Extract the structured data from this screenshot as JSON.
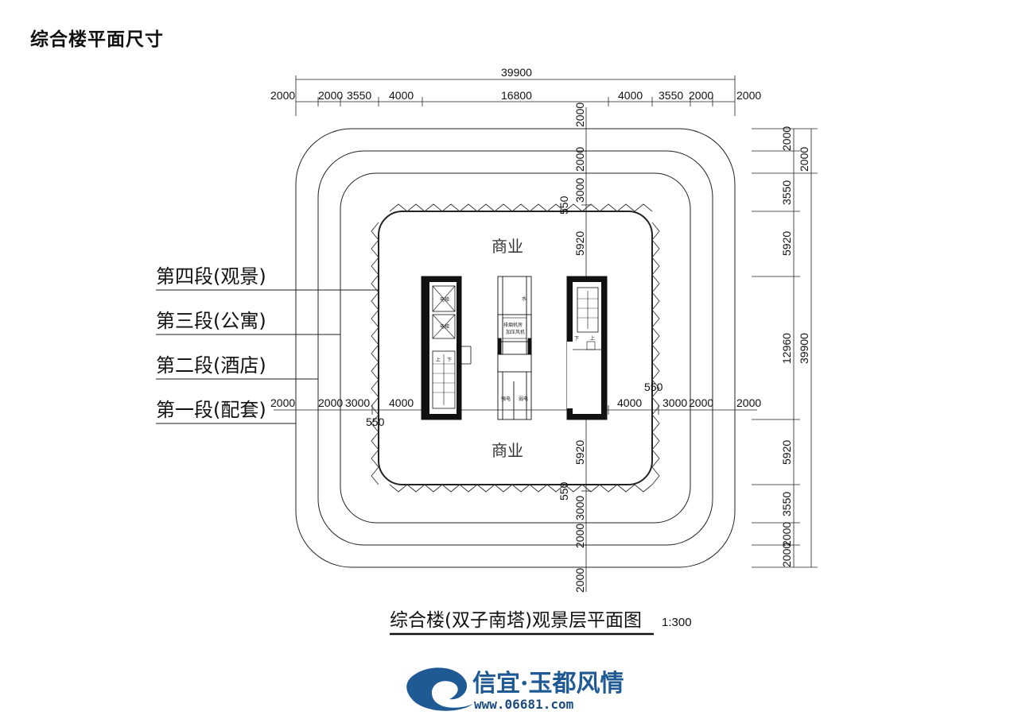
{
  "page": {
    "heading": "综合楼平面尺寸"
  },
  "segments": {
    "seg4": "第四段(观景)",
    "seg3": "第三段(公寓)",
    "seg2": "第二段(酒店)",
    "seg1": "第一段(配套)"
  },
  "rooms": {
    "commercial_top": "商业",
    "commercial_bottom": "商业"
  },
  "dimensions": {
    "top_overall": "39900",
    "top_chain": [
      "2000",
      "2000",
      "3550",
      "4000",
      "16800",
      "4000",
      "3550",
      "2000",
      "2000"
    ],
    "middle_left": [
      "2000",
      "2000",
      "3000",
      "4000"
    ],
    "middle_right": [
      "4000",
      "3000",
      "2000",
      "2000"
    ],
    "offset_550_left": "550",
    "offset_550_right": "550",
    "offset_550_top": "550",
    "offset_550_bottom": "550",
    "vertical_upper": [
      "2000",
      "2000",
      "3000",
      "5920"
    ],
    "vertical_lower": [
      "5920",
      "3000",
      "2000",
      "2000"
    ],
    "right_chain": [
      "2000",
      "3550",
      "5920",
      "12960",
      "5920",
      "3550",
      "2000",
      "2000"
    ],
    "right_2000_upper": "2000",
    "right_overall": "39900"
  },
  "core_labels": {
    "elev1": "电梯",
    "elev2": "电梯",
    "stair_up_left": "上",
    "stair_down_left": "下",
    "stair_up_right": "上",
    "stair_down_right": "下",
    "center_room": "排烟机房",
    "center_room2": "加压风机",
    "shaft_a": "水",
    "electric": "强电",
    "weak": "弱电"
  },
  "plan_title": {
    "title": "综合楼(双子南塔)观景层平面图",
    "scale": "1:300"
  },
  "logo": {
    "name": "信宜·玉都风情",
    "url": "www.06681.com"
  }
}
